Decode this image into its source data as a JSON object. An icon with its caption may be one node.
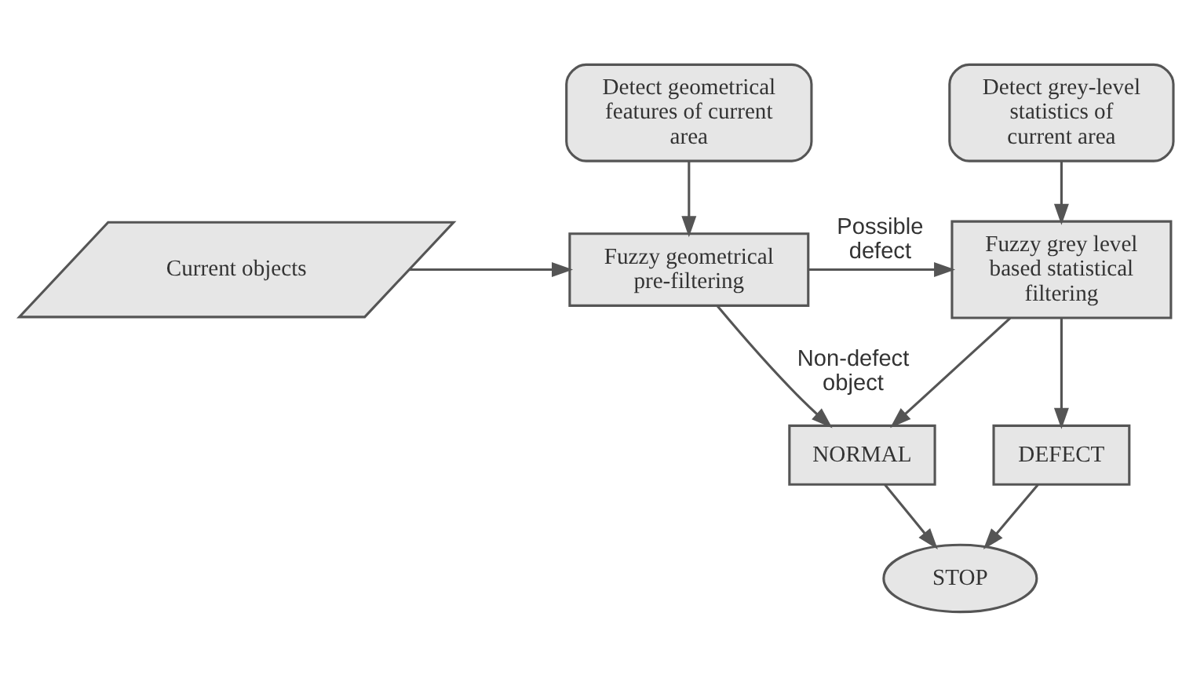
{
  "diagram": {
    "nodes": [
      {
        "text": [
          "Detect geometrical features of current area"
        ]
      },
      {
        "text": [
          "Detect grey-level statistics of current area"
        ]
      },
      {
        "text": [
          "Current objects"
        ]
      },
      {
        "text": [
          "Fuzzy geometrical pre-filtering"
        ]
      },
      {
        "text": [
          "Fuzzy grey level based statistical filtering"
        ]
      },
      {
        "text": [
          "NORMAL"
        ]
      },
      {
        "text": [
          "DEFECT"
        ]
      },
      {
        "text": [
          "STOP"
        ]
      }
    ],
    "edges": [
      {
        "from": 0,
        "to": 3,
        "arrow": "to"
      },
      {
        "from": 2,
        "to": 3,
        "arrow": "to"
      },
      {
        "from": 1,
        "to": 4,
        "arrow": "to"
      },
      {
        "from": 3,
        "to": 4,
        "arrow": "to",
        "label": "Possible defect"
      },
      {
        "from": 3,
        "to": 5,
        "arrow": "to",
        "label": "Non-defect object"
      },
      {
        "from": 4,
        "to": 5,
        "arrow": "to"
      },
      {
        "from": 4,
        "to": 6,
        "arrow": "to"
      },
      {
        "from": 5,
        "to": 7,
        "arrow": "to"
      },
      {
        "from": 6,
        "to": 7,
        "arrow": "to"
      }
    ]
  }
}
